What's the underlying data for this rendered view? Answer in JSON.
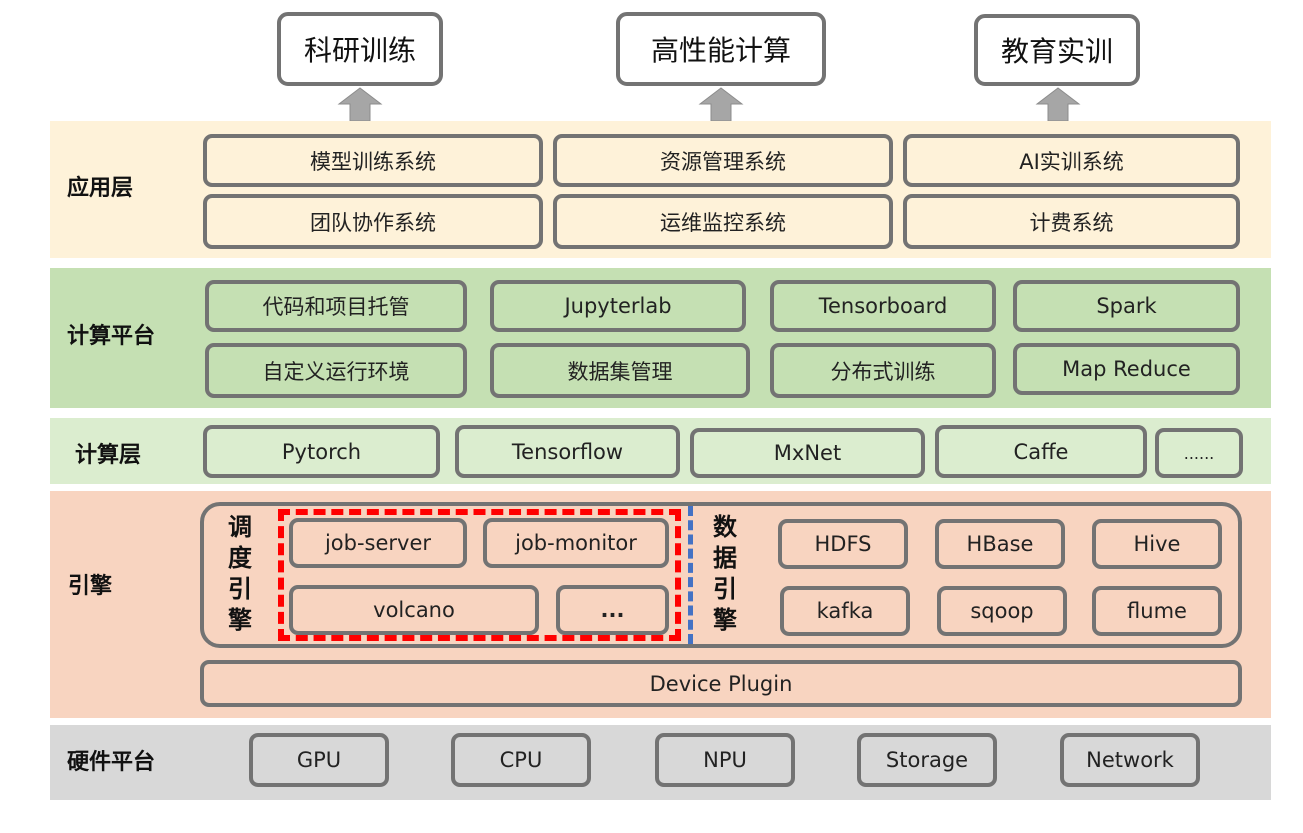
{
  "outputs": [
    "科研训练",
    "高性能计算",
    "教育实训"
  ],
  "layers": {
    "app": {
      "label": "应用层",
      "items": [
        "模型训练系统",
        "资源管理系统",
        "AI实训系统",
        "团队协作系统",
        "运维监控系统",
        "计费系统"
      ]
    },
    "platform": {
      "label": "计算平台",
      "items": [
        "代码和项目托管",
        "Jupyterlab",
        "Tensorboard",
        "Spark",
        "自定义运行环境",
        "数据集管理",
        "分布式训练",
        "Map Reduce"
      ]
    },
    "compute": {
      "label": "计算层",
      "items": [
        "Pytorch",
        "Tensorflow",
        "MxNet",
        "Caffe",
        "......"
      ]
    },
    "engine": {
      "label": "引擎",
      "scheduler_label": [
        "调",
        "度",
        "引",
        "擎"
      ],
      "scheduler_items": [
        "job-server",
        "job-monitor",
        "volcano",
        "..."
      ],
      "data_label": [
        "数",
        "据",
        "引",
        "擎"
      ],
      "data_items": [
        "HDFS",
        "HBase",
        "Hive",
        "kafka",
        "sqoop",
        "flume"
      ],
      "device_plugin": "Device Plugin"
    },
    "hardware": {
      "label": "硬件平台",
      "items": [
        "GPU",
        "CPU",
        "NPU",
        "Storage",
        "Network"
      ]
    }
  },
  "colors": {
    "app_bg": "#fef2d9",
    "platform_bg": "#c5e0b3",
    "compute_bg": "#dbedcf",
    "engine_bg": "#f8d4c0",
    "hardware_bg": "#d8d8d8",
    "border": "#737373",
    "scheduler_dash": "#ff0000",
    "divider_dash": "#4472c4"
  }
}
